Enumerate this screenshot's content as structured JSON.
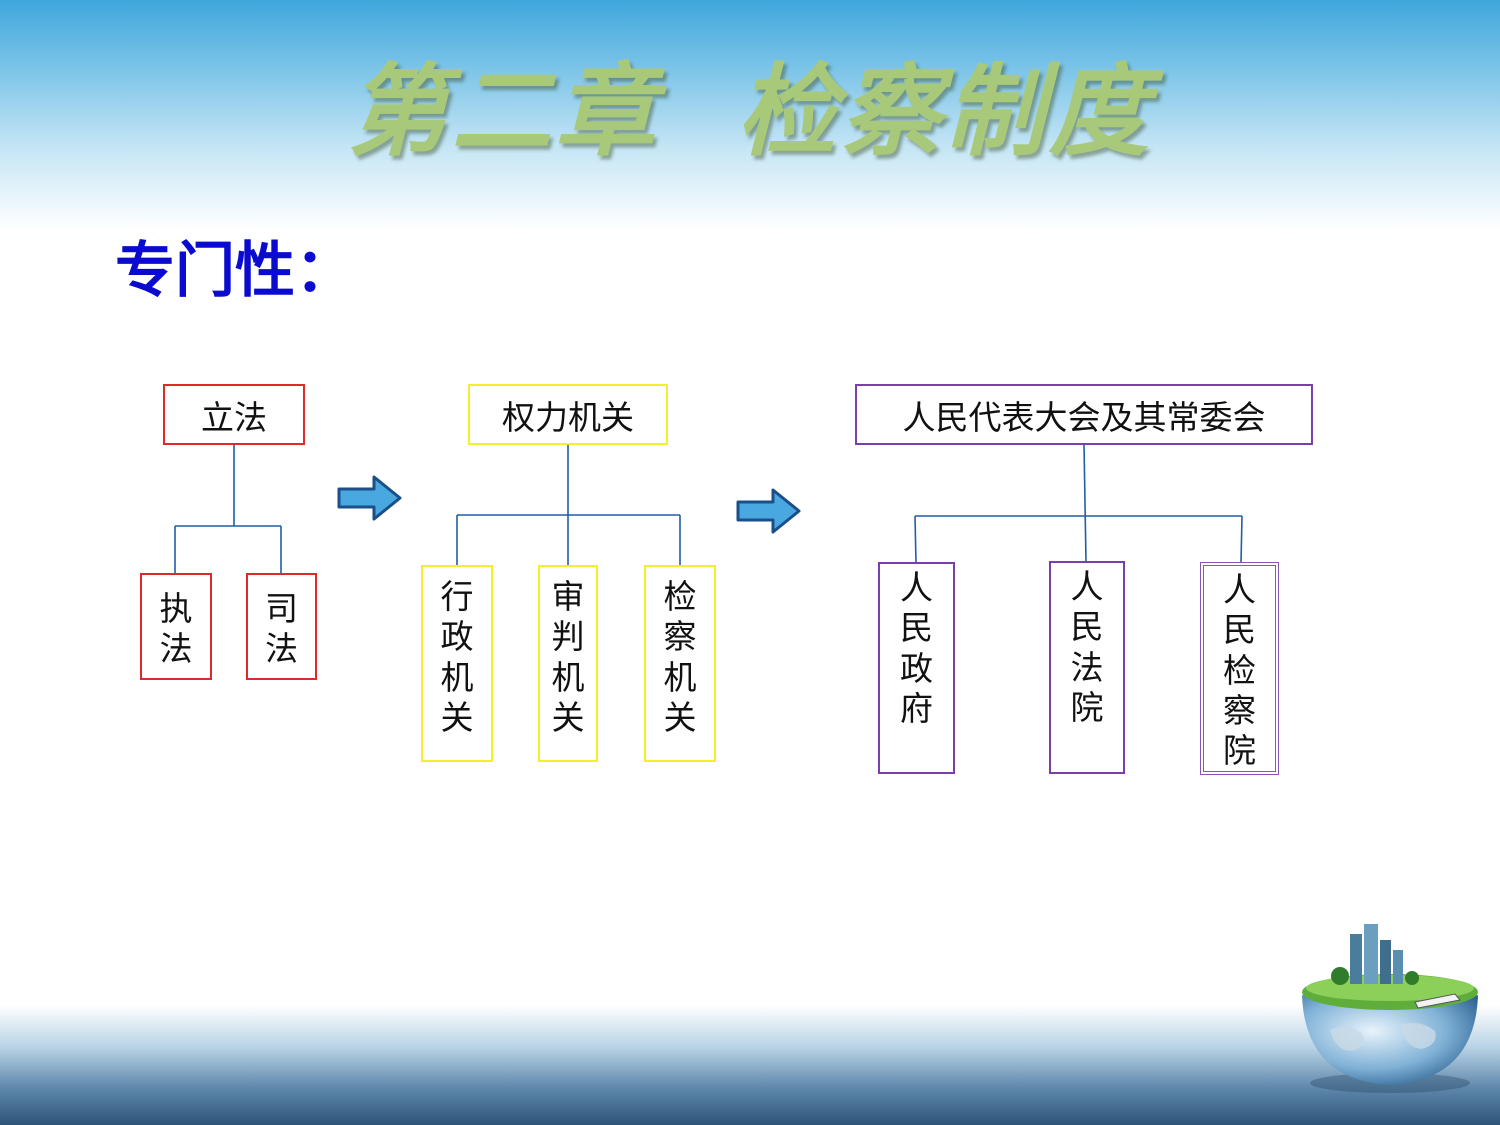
{
  "title": "第二章  检察制度",
  "subtitle": "专门性：",
  "colors": {
    "title": "#a9c97a",
    "subtitle": "#0b0bd0",
    "group1_border": "#e02a2a",
    "group2_border": "#f3ef2a",
    "group3_border": "#7a3fa8",
    "connector": "#1f5fa5",
    "arrow": "#4aa8e0"
  },
  "icons": [
    "right-arrow-icon",
    "right-arrow-icon",
    "globe-city-icon"
  ],
  "group1": {
    "root": "立法",
    "children": [
      "执法",
      "司法"
    ]
  },
  "group2": {
    "root": "权力机关",
    "children": [
      "行政机关",
      "审判机关",
      "检察机关"
    ]
  },
  "group3": {
    "root": "人民代表大会及其常委会",
    "children": [
      "人民政府",
      "人民法院",
      "人民检察院"
    ]
  }
}
